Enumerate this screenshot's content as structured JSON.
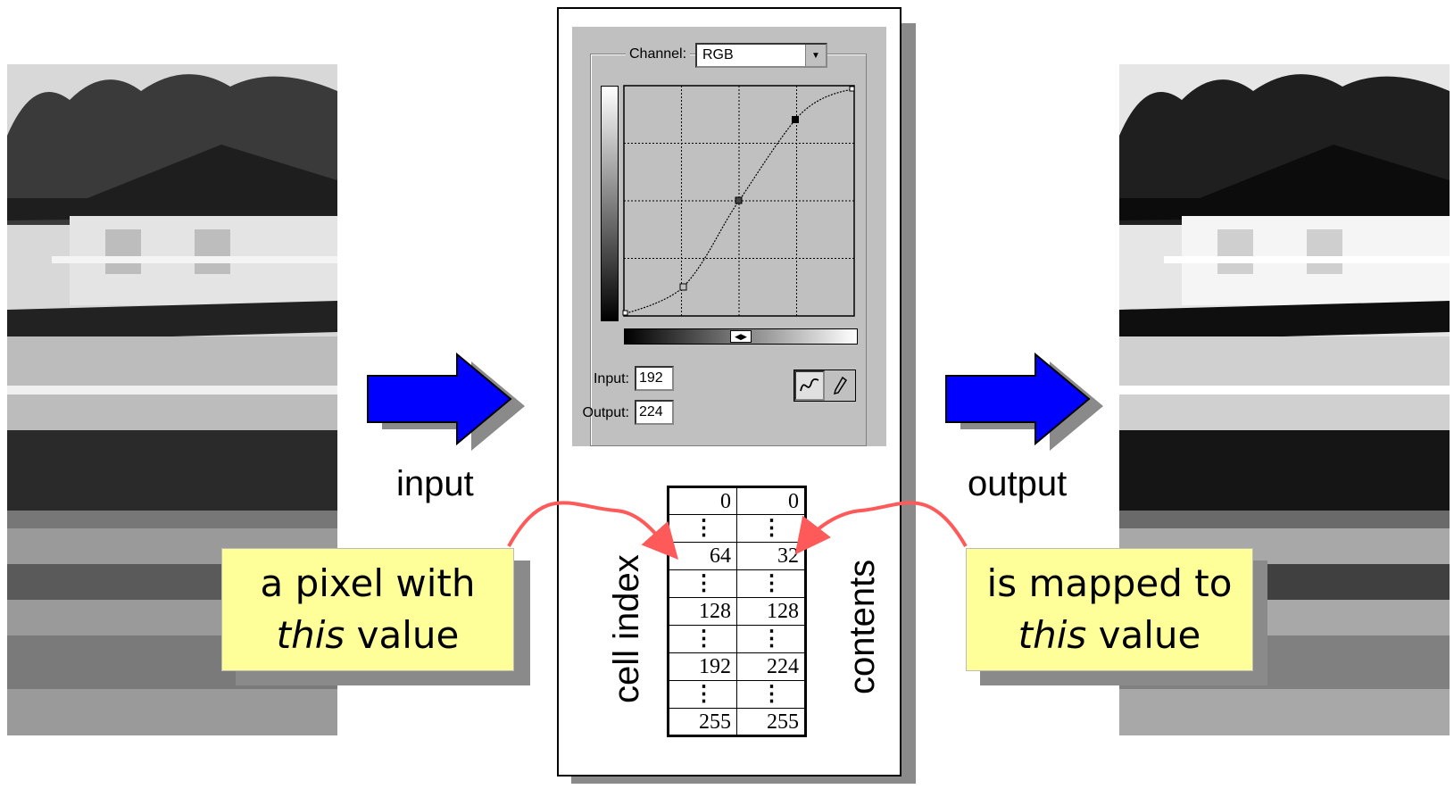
{
  "flow": {
    "input_label": "input",
    "output_label": "output"
  },
  "curves_dialog": {
    "channel_label": "Channel:",
    "channel_value": "RGB",
    "input_label": "Input:",
    "input_value": "192",
    "output_label": "Output:",
    "output_value": "224",
    "curve_tool_icon": "curve-tool-icon",
    "pencil_tool_icon": "pencil-tool-icon"
  },
  "lookup_table": {
    "index_label": "cell index",
    "contents_label": "contents",
    "rows": [
      {
        "index": "0",
        "content": "0"
      },
      {
        "index": "⋮",
        "content": "⋮"
      },
      {
        "index": "64",
        "content": "32"
      },
      {
        "index": "⋮",
        "content": "⋮"
      },
      {
        "index": "128",
        "content": "128"
      },
      {
        "index": "⋮",
        "content": "⋮"
      },
      {
        "index": "192",
        "content": "224"
      },
      {
        "index": "⋮",
        "content": "⋮"
      },
      {
        "index": "255",
        "content": "255"
      }
    ]
  },
  "notes": {
    "left_line1": "a pixel with",
    "left_italic": "this",
    "left_rest": " value",
    "right_line1": "is mapped to",
    "right_italic": "this",
    "right_rest": " value"
  },
  "colors": {
    "arrow_fill": "#0000ff",
    "note_fill": "#ffff99",
    "connector": "#ff5a5a"
  }
}
